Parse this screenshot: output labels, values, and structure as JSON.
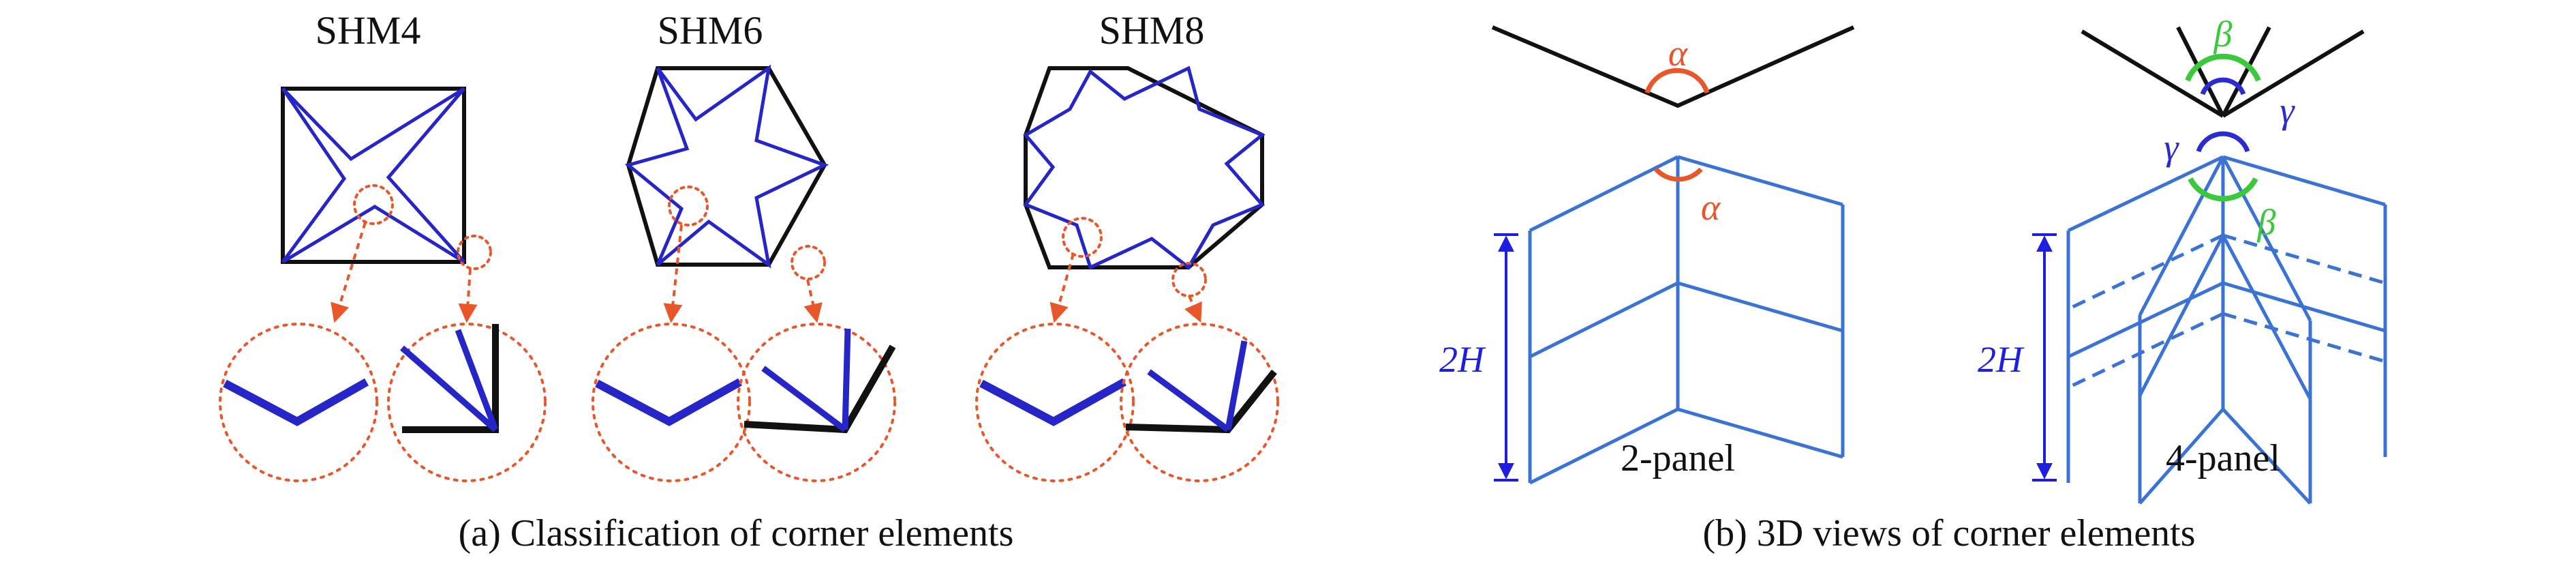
{
  "panel_a": {
    "caption": "(a) Classification of corner elements",
    "shapes": [
      {
        "label": "SHM4"
      },
      {
        "label": "SHM6"
      },
      {
        "label": "SHM8"
      }
    ]
  },
  "panel_b": {
    "caption": "(b) 3D views of corner elements",
    "views": [
      {
        "label": "2-panel",
        "height_label": "2H",
        "angle_labels": [
          "α",
          "α"
        ]
      },
      {
        "label": "4-panel",
        "height_label": "2H",
        "angle_labels": [
          "β",
          "γ",
          "γ",
          "β"
        ]
      }
    ]
  },
  "colors": {
    "outline": "#111111",
    "star": "#2626c8",
    "panel": "#3a72d6",
    "callout": "#e8562a",
    "alpha_arc": "#e8562a",
    "beta_arc": "#3cc83c",
    "gamma_arc": "#2b2bd0"
  }
}
